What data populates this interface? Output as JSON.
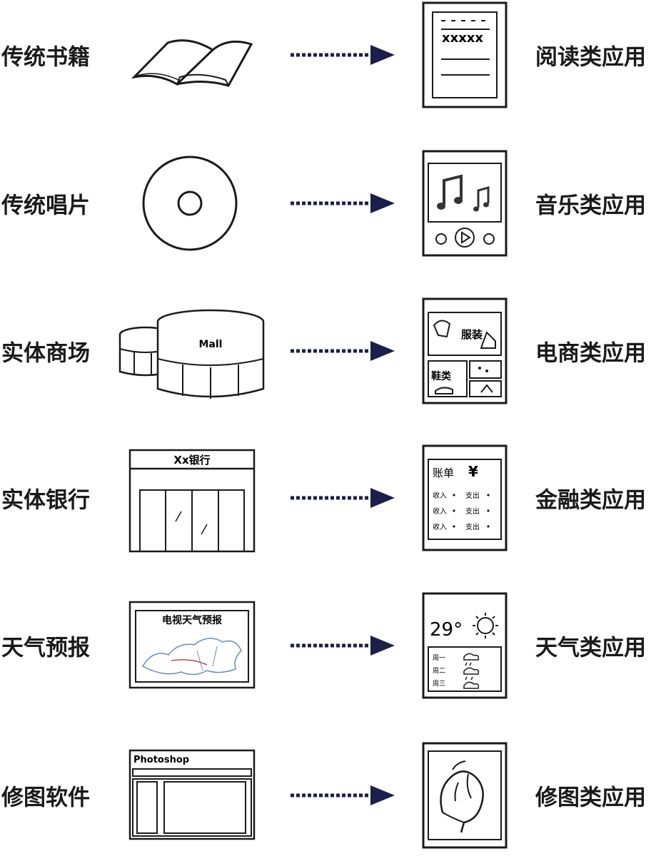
{
  "rows": [
    {
      "left": "传统书籍",
      "right": "阅读类应用",
      "icon": "book-icon",
      "app_icon": "reading-app-icon",
      "app_text": "xxxxx"
    },
    {
      "left": "传统唱片",
      "right": "音乐类应用",
      "icon": "disc-icon",
      "app_icon": "music-app-icon"
    },
    {
      "left": "实体商场",
      "right": "电商类应用",
      "icon": "mall-icon",
      "app_icon": "ecommerce-app-icon",
      "mall_sign": "Mall",
      "clothing": "服装",
      "shoes": "鞋类"
    },
    {
      "left": "实体银行",
      "right": "金融类应用",
      "icon": "bank-icon",
      "app_icon": "finance-app-icon",
      "bank_sign": "Xx银行",
      "bill": "账单",
      "yen": "¥",
      "entries": [
        {
          "income": "收入",
          "expense": "支出"
        },
        {
          "income": "收入",
          "expense": "支出"
        },
        {
          "income": "收入",
          "expense": "支出"
        }
      ]
    },
    {
      "left": "天气预报",
      "right": "天气类应用",
      "icon": "tv-weather-icon",
      "app_icon": "weather-app-icon",
      "tv_title": "电视天气预报",
      "temperature": "29°",
      "days": [
        "周一",
        "周二",
        "周三"
      ]
    },
    {
      "left": "修图软件",
      "right": "修图类应用",
      "icon": "photoshop-window-icon",
      "app_icon": "photo-edit-app-icon",
      "window_title": "Photoshop"
    }
  ],
  "colors": {
    "arrow": "#1b1f4a",
    "line": "#1a1a1a"
  }
}
